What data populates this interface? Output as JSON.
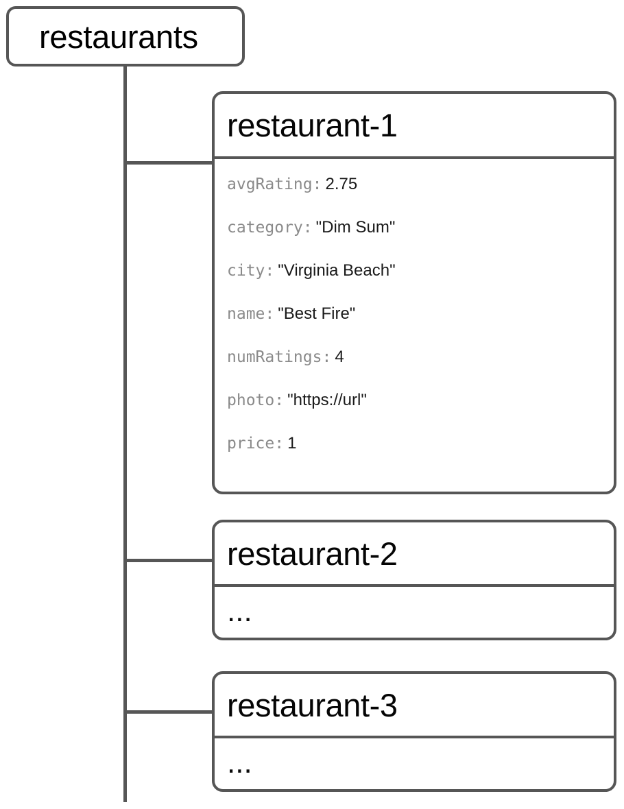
{
  "diagram": {
    "type": "firestore-data-model-tree",
    "root": {
      "label": "restaurants",
      "kind": "collection"
    },
    "documents": [
      {
        "id": "restaurant-1",
        "kind": "document",
        "fields": [
          {
            "key": "avgRating:",
            "value": "2.75"
          },
          {
            "key": "category:",
            "value": "\"Dim Sum\""
          },
          {
            "key": "city:",
            "value": "\"Virginia Beach\""
          },
          {
            "key": "name:",
            "value": "\"Best Fire\""
          },
          {
            "key": "numRatings:",
            "value": "4"
          },
          {
            "key": "photo:",
            "value": "\"https://url\""
          },
          {
            "key": "price:",
            "value": "1"
          }
        ]
      },
      {
        "id": "restaurant-2",
        "kind": "document",
        "placeholder": "...",
        "fields": []
      },
      {
        "id": "restaurant-3",
        "kind": "document",
        "placeholder": "...",
        "fields": []
      }
    ],
    "colors": {
      "line": "#565656",
      "border": "#565656",
      "key_text": "#8a8a8a",
      "value_text": "#1a1a1a",
      "title_text": "#050505",
      "background": "#ffffff"
    }
  }
}
